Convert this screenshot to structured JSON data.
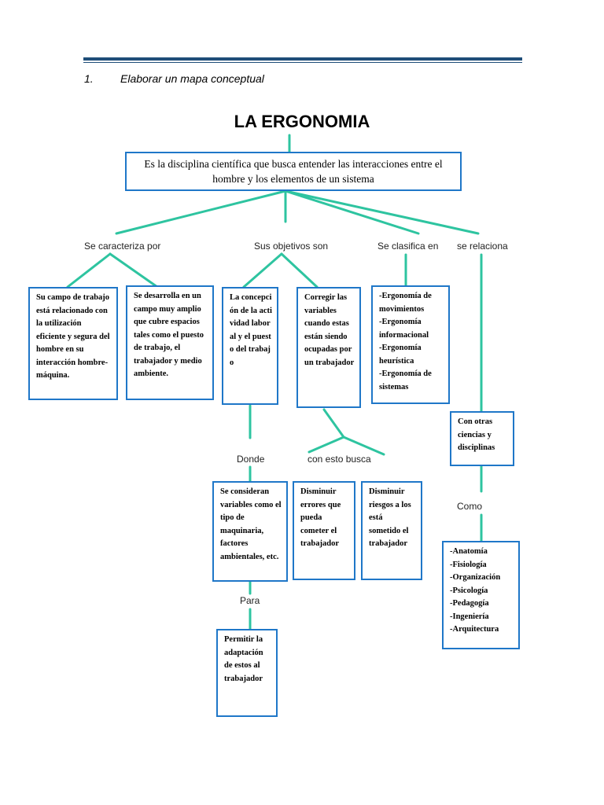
{
  "header": {
    "number": "1.",
    "text": "Elaborar un mapa conceptual"
  },
  "title": "LA ERGONOMIA",
  "main_box": "Es la disciplina científica que busca entender las interacciones entre el hombre y los elementos de un sistema",
  "labels": {
    "caracteriza": "Se caracteriza por",
    "objetivos": "Sus objetivos son",
    "clasifica": "Se clasifica en",
    "relaciona": "se relaciona",
    "donde": "Donde",
    "busca": "con esto busca",
    "como": "Como",
    "para": "Para"
  },
  "boxes": {
    "campo_trabajo": "Su campo de trabajo está relacionado con la utilización eficiente y segura del hombre en su interacción hombre-máquina.",
    "campo_amplio": "Se desarrolla en un campo muy amplio que cubre espacios tales como el puesto de trabajo, el trabajador y medio ambiente.",
    "concepcion": "La concepción de la actividad laboral y el puesto del trabajo",
    "corregir": "Corregir las variables cuando estas están siendo ocupadas por un trabajador",
    "clasificacion": [
      "-Ergonomía de movimientos",
      "-Ergonomía informacional",
      "-Ergonomía heurística",
      "-Ergonomía de sistemas"
    ],
    "otras_ciencias": "Con otras ciencias y disciplinas",
    "variables": "Se consideran variables como el tipo de maquinaria, factores ambientales, etc.",
    "disminuir_errores": "Disminuir errores que pueda cometer el trabajador",
    "disminuir_riesgos": "Disminuir riesgos a los está sometido el trabajador",
    "adaptacion": "Permitir la adaptación de estos al trabajador",
    "ciencias": [
      "-Anatomía",
      "-Fisiología",
      "-Organización",
      "-Psicología",
      "-Pedagogía",
      "-Ingeniería",
      "-Arquitectura"
    ]
  },
  "colors": {
    "connector": "#2ec4a0",
    "box_border": "#1f77c8",
    "rule": "#1f4e79"
  }
}
